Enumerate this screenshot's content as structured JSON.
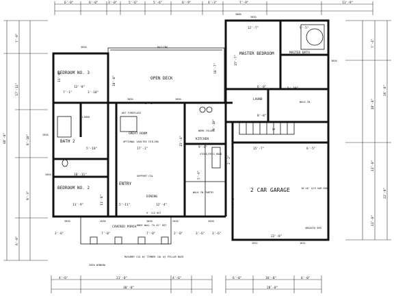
{
  "rooms": {
    "master_bedroom": "MASTER BEDROOM",
    "master_bath": "MASTER BATH",
    "bedroom3": "BEDROOM NO. 3",
    "bedroom2": "BEDROOM NO. 2",
    "bath2": "BATH 2",
    "deck": "OPEN DECK",
    "great_room": "GREAT ROOM",
    "kitchen": "KITCHEN",
    "dining": "DINING",
    "entry": "ENTRY",
    "laund": "LAUND",
    "garage": "2 CAR GARAGE",
    "porch": "COVERED PORCH",
    "walkin": "WALK IN PANTRY",
    "stairs": "UP"
  },
  "notes": {
    "railing": "RAILING",
    "vaulted": "OPTIONAL VAULTED CEILING",
    "garage_door": "16'x8' O/H GAR DOOR",
    "footing": "SMIAST6 SM3",
    "window": "2050 WINDOW",
    "fireplace": "ART FIREPLACE",
    "stove": "STOVE/FRIG HOOD",
    "work_island": "WORK ISLAND",
    "support_col": "SUPPORT COL",
    "masonry": "MASONRY COL W/ TIMBER COL W/ PILLAR BASE",
    "clg_hgt": "9' CLG HGT",
    "knee_wall": "KNEE WALL TO 42\" HGT",
    "linen": "LINEN",
    "walk_in": "WALK IN"
  },
  "dims_top": [
    "6'-0\"",
    "6'-0\"",
    "3'-0\"",
    "5'-6\"",
    "5'-6\"",
    "6'-9\"",
    "4'-3\"",
    "7'-9\"",
    "11'-9\""
  ],
  "dims_bottom": [
    "4'-6\"",
    "21'-0\"",
    "4'-6\"",
    "6'-0\"",
    "16'-0\"",
    "6'-0\""
  ],
  "dims_bottom_total": [
    "30'-0\"",
    "28'-0\""
  ],
  "dims_left": [
    "7'-0\"",
    "17'-11\"",
    "8'-10\"",
    "9'-3\"",
    "6'-0\"",
    "48'-0\""
  ],
  "dims_right": [
    "7'-4\"",
    "26'-0\"",
    "18'-8\"",
    "11'-0\"",
    "22'-0\"",
    "11'-0\""
  ],
  "room_dims": {
    "master_bedroom": "12'-7\"",
    "master_h": "15'-7\"",
    "master_bath_w": "9'-5\"",
    "master_small": "5'-10\"",
    "master_low": "6'-0\"",
    "bed3_w": "12'-0\"",
    "bed3_h": "11'-0\"",
    "bed3_low": "7'-1\"",
    "bed3_low2": "3'-10\"",
    "bed2_w": "11'-9\"",
    "bed2_h": "11'-0\"",
    "bath2_w": "5'-10\"",
    "bath2_a": "10'-11\"",
    "great_w": "17'-1\"",
    "great_h": "15'-4\"",
    "kitchen_w": "9'-0\"",
    "kitchen_h": "9'-10\"",
    "dining_w": "12'-4\"",
    "entry_w": "5'-11\"",
    "deck_h": "10'-0\"",
    "deck_d": "18'-7\"",
    "laund_w": "8'-0\"",
    "garage_w1": "15'-7\"",
    "garage_w2": "6'-5\"",
    "garage_bottom": "22'-0\"",
    "porch_a": "2'-6\"",
    "porch_b": "7'-0\"",
    "porch_c": "7'-0\"",
    "porch_d": "2'-0\"",
    "porch_e": "3'-6\"",
    "porch_f": "3'-6\"",
    "deck_top": "5'-6\"",
    "kitchen_side": "5'-6\"",
    "garage_side": "2'-2\"",
    "dining_side": "7'-0\""
  },
  "codes": [
    "3050",
    "3050",
    "3050",
    "2050",
    "3050",
    "2050",
    "3050",
    "3050",
    "2030",
    "2030",
    "2050",
    "3080",
    "2040",
    "2032",
    "1632"
  ]
}
